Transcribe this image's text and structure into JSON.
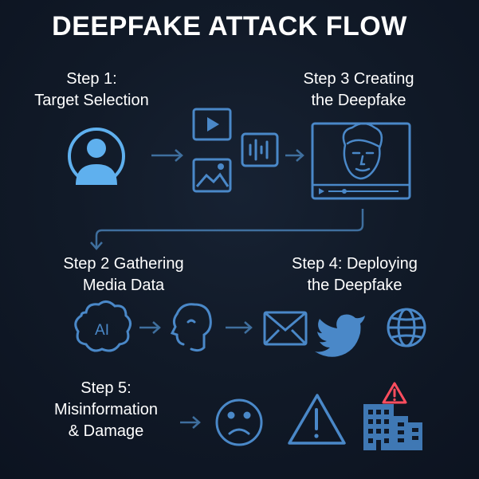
{
  "title": "DEEPFAKE ATTACK FLOW",
  "steps": [
    {
      "line1": "Step 1:",
      "line2": "Target Selection"
    },
    {
      "line1": "Step 3  Creating",
      "line2": "the Deepfake"
    },
    {
      "line1": "Step 2  Gathering",
      "line2": "Media Data"
    },
    {
      "line1": "Step 4: Deploying",
      "line2": "the Deepfake"
    },
    {
      "line1": "Step 5:",
      "line2": "Misinformation",
      "line3": "& Damage"
    }
  ],
  "icons": {
    "ai_badge": "AI"
  },
  "colors": {
    "background": "#111a28",
    "icon_blue": "#4a88c8",
    "bright_blue": "#5fb0ee",
    "alert_red": "#ff4d5e"
  }
}
